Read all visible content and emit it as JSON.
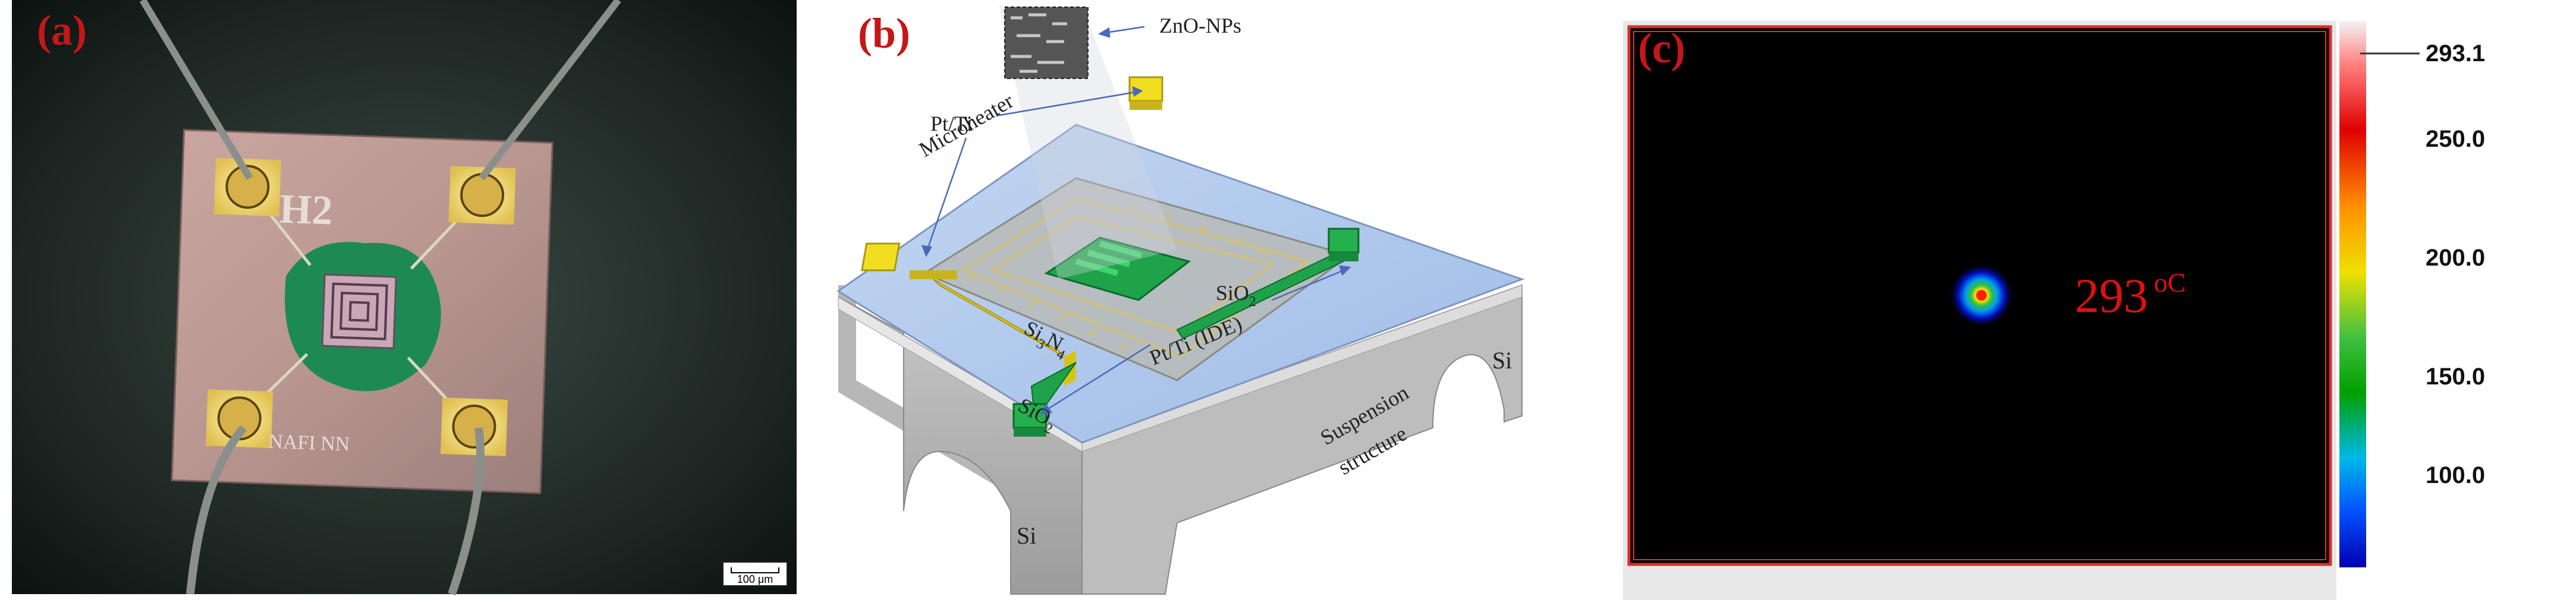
{
  "panel_a": {
    "label": "(a)",
    "chip_text_top": "H2",
    "chip_text_bottom": "NAFI NN",
    "scale_bar": "100 μm"
  },
  "panel_b": {
    "label": "(b)",
    "labels": {
      "zno": "ZnO-NPs",
      "pt_ti_heater_1": "Pt/Ti",
      "pt_ti_heater_2": "Microheater",
      "sio2_top": "SiO",
      "sio2_top_sub": "2",
      "si3n4": "Si",
      "si3n4_sub1": "3",
      "si3n4_n": "N",
      "si3n4_sub2": "4",
      "sio2_bottom": "SiO",
      "sio2_bottom_sub": "2",
      "pt_ti_ide": "Pt/Ti (IDE)",
      "suspension_1": "Suspension",
      "suspension_2": "structure",
      "si_left": "Si",
      "si_right": "Si"
    }
  },
  "panel_c": {
    "label": "(c)",
    "temperature_value": "293",
    "temperature_unit": "oC",
    "colorbar_ticks": [
      "293.1",
      "250.0",
      "200.0",
      "150.0",
      "100.0"
    ],
    "colorbar_colors": [
      "#f2f2f2",
      "#ff4040",
      "#e80000",
      "#ff9900",
      "#f0e000",
      "#4ec04e",
      "#00a000",
      "#00b0e0",
      "#0040ff",
      "#0000c0"
    ]
  }
}
